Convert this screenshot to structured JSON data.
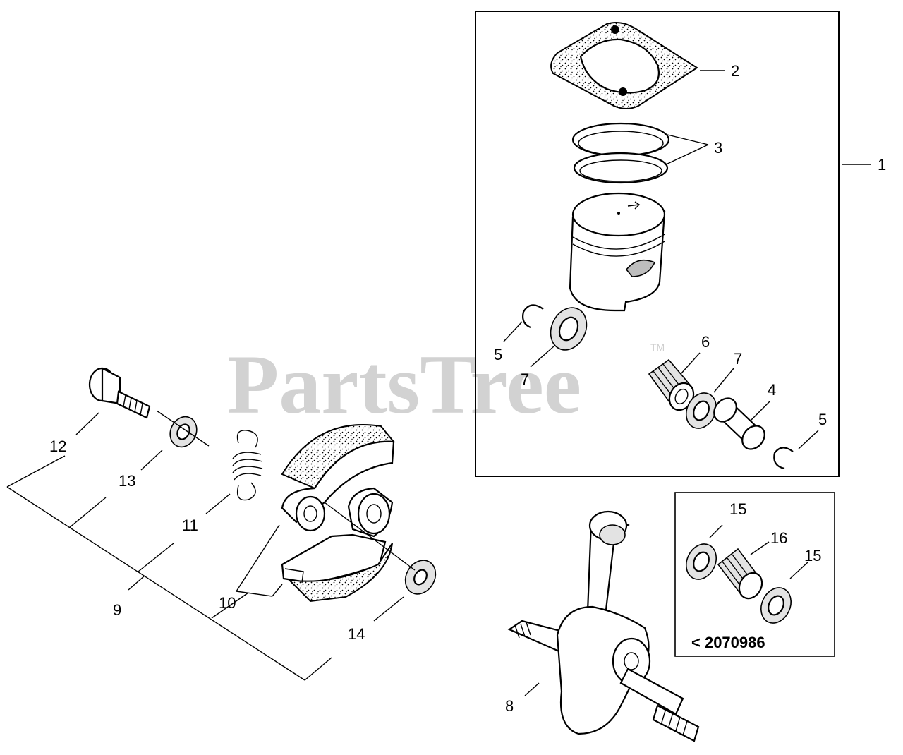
{
  "watermark": {
    "text": "PartsTree",
    "trademark": "TM"
  },
  "note": "< 2070986",
  "callouts": {
    "c1": "1",
    "c2": "2",
    "c3": "3",
    "c4": "4",
    "c5a": "5",
    "c5b": "5",
    "c6": "6",
    "c7a": "7",
    "c7b": "7",
    "c8": "8",
    "c9": "9",
    "c10": "10",
    "c11": "11",
    "c12": "12",
    "c13": "13",
    "c14": "14",
    "c15a": "15",
    "c15b": "15",
    "c16": "16"
  }
}
